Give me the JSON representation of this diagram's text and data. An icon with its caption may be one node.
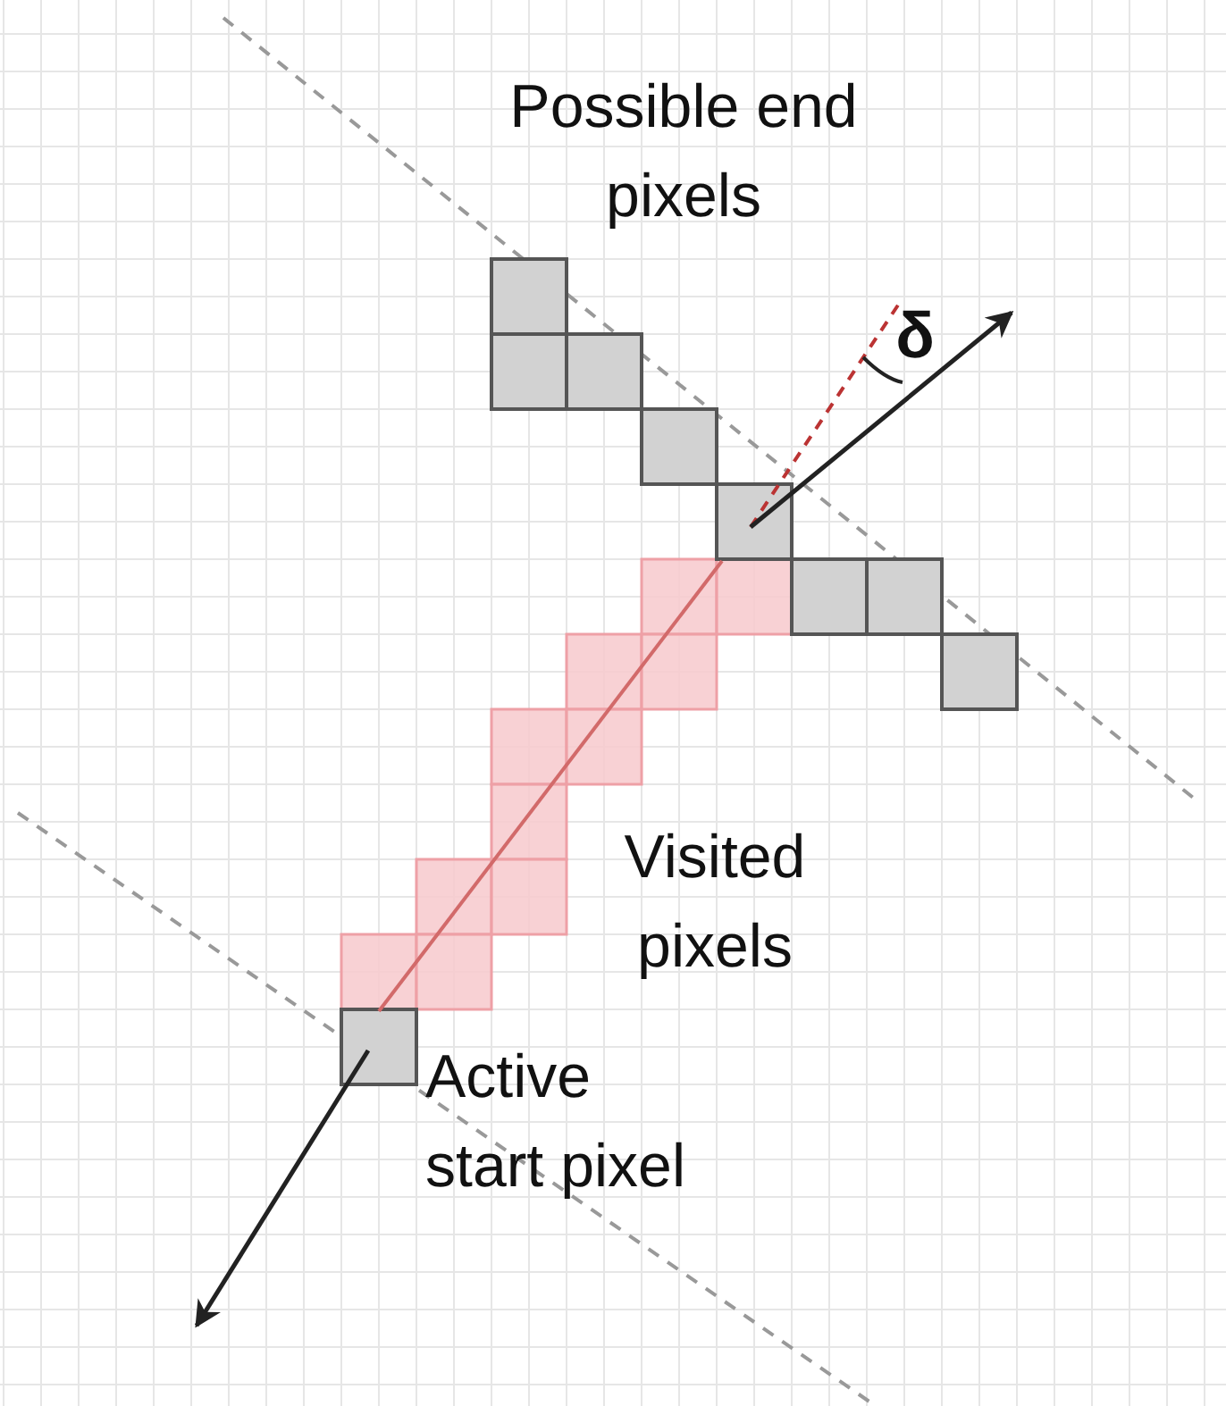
{
  "diagram": {
    "labels": [
      "Possible end pixels",
      "δ",
      "Visited pixels",
      "Active start pixel"
    ]
  }
}
